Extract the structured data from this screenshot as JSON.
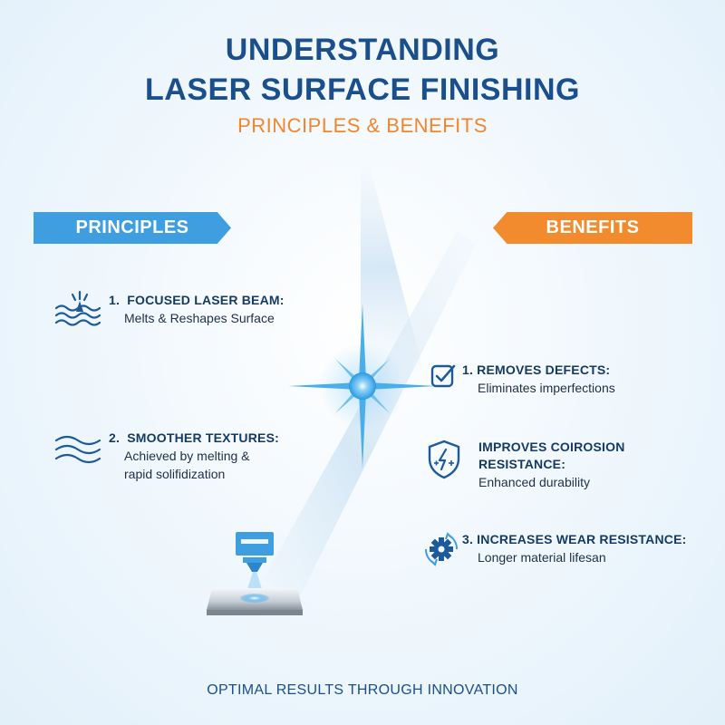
{
  "title": {
    "line1": "UNDERSTANDING",
    "line2": "LASER SURFACE FINISHING",
    "subtitle": "PRINCIPLES & BENEFITS"
  },
  "principles": {
    "label": "PRINCIPLES",
    "items": [
      {
        "number": "1.",
        "heading": "FOCUSED LASER BEAM:",
        "description": "Melts & Reshapes Surface",
        "icon": "laser-waves-icon"
      },
      {
        "number": "2.",
        "heading": "SMOOTHER TEXTURES:",
        "description_line1": "Achieved by melting &",
        "description_line2": "rapid solifidization",
        "icon": "wave-lines-icon"
      }
    ]
  },
  "benefits": {
    "label": "BENEFITS",
    "items": [
      {
        "number": "1.",
        "heading": "REMOVES DEFECTS:",
        "description": "Eliminates imperfections",
        "icon": "checkbox-icon"
      },
      {
        "heading_line1": "IMPROVES COIROSION",
        "heading_line2": "RESISTANCE:",
        "description": "Enhanced durability",
        "icon": "shield-icon"
      },
      {
        "number": "3.",
        "heading": "INCREASES WEAR RESISTANCE:",
        "description": "Longer material lifesan",
        "icon": "gear-cycle-icon"
      }
    ]
  },
  "footer": "OPTIMAL RESULTS THROUGH INNOVATION",
  "colors": {
    "primary": "#1a4f8c",
    "accent_blue": "#3f9ee0",
    "accent_orange": "#f28a2e",
    "text": "#163b63"
  }
}
